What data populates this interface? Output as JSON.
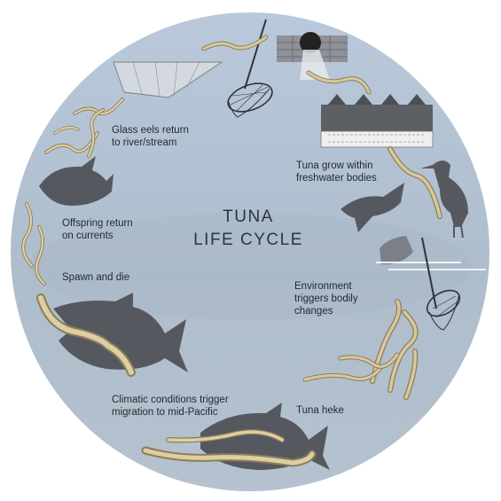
{
  "title": {
    "line1": "TUNA",
    "line2": "LIFE CYCLE"
  },
  "stages": [
    {
      "id": "glass-eels",
      "line1": "Glass eels return",
      "line2": "to river/stream"
    },
    {
      "id": "tuna-grow",
      "line1": "Tuna grow within",
      "line2": "freshwater bodies"
    },
    {
      "id": "offspring",
      "line1": "Offspring return",
      "line2": "on currents"
    },
    {
      "id": "spawn",
      "line1": "Spawn and die",
      "line2": ""
    },
    {
      "id": "environment",
      "line1": "Environment",
      "line2": "triggers bodily",
      "line3": "changes"
    },
    {
      "id": "climatic",
      "line1": "Climatic conditions trigger",
      "line2": "migration to mid-Pacific"
    },
    {
      "id": "heke",
      "line1": "Tuna heke",
      "line2": ""
    }
  ],
  "colors": {
    "sky_top": "#b6c6d8",
    "sky_bottom": "#aebccb",
    "silhouette": "#5a5f66",
    "eel_body": "#c9b88e",
    "eel_outline": "#8f7d55"
  }
}
